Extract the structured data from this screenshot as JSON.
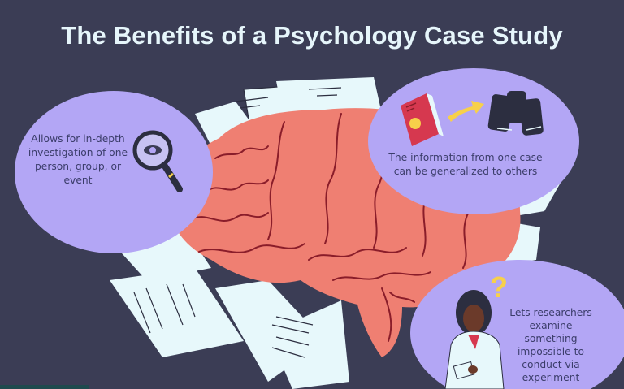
{
  "title": "The Benefits of a Psychology Case Study",
  "colors": {
    "background": "#3b3d55",
    "bubble": "#b3a6f5",
    "brain": "#ef7f72",
    "brain_lines": "#8a1d2a",
    "paper": "#e7f8fb",
    "title_text": "#e6f6fb",
    "bubble_text": "#3b3d6a",
    "accent_yellow": "#f7d04a",
    "book_red": "#d6384f"
  },
  "benefits": [
    {
      "text": "Allows for in-depth investigation of one person, group, or event",
      "icon": "magnifying-glass-eye-icon"
    },
    {
      "text": "The information from one case can be generalized to others",
      "icon": "book-to-books-icon"
    },
    {
      "text": "Lets researchers examine something impossible to conduct via experiment",
      "icon": "thinking-researcher-icon"
    }
  ],
  "center_illustration": "brain-with-papers"
}
